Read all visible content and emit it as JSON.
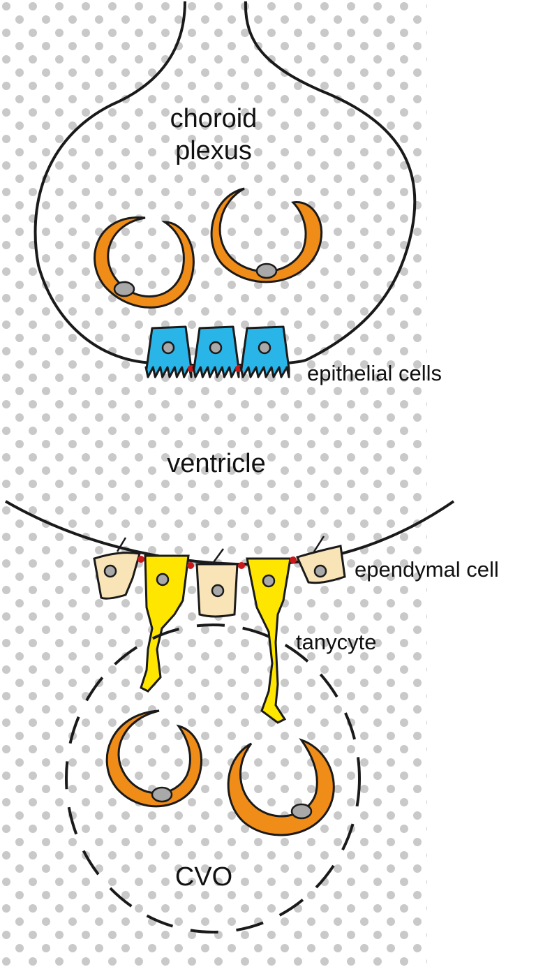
{
  "labels": {
    "choroid_line1": "choroid",
    "choroid_line2": "plexus",
    "epithelial": "epithelial cells",
    "ventricle": "ventricle",
    "ependymal": "ependymal cell",
    "tanycyte": "tanycyte",
    "cvo": "CVO"
  },
  "colors": {
    "background": "#ffffff",
    "dots": "#c9c9c9",
    "outline": "#1a1a1a",
    "vessel": "#f08c18",
    "nucleus": "#a9a9a9",
    "epithelial": "#29b5e8",
    "ependymal": "#f8e4b6",
    "tanycyte": "#ffe600",
    "junction": "#c91818"
  }
}
